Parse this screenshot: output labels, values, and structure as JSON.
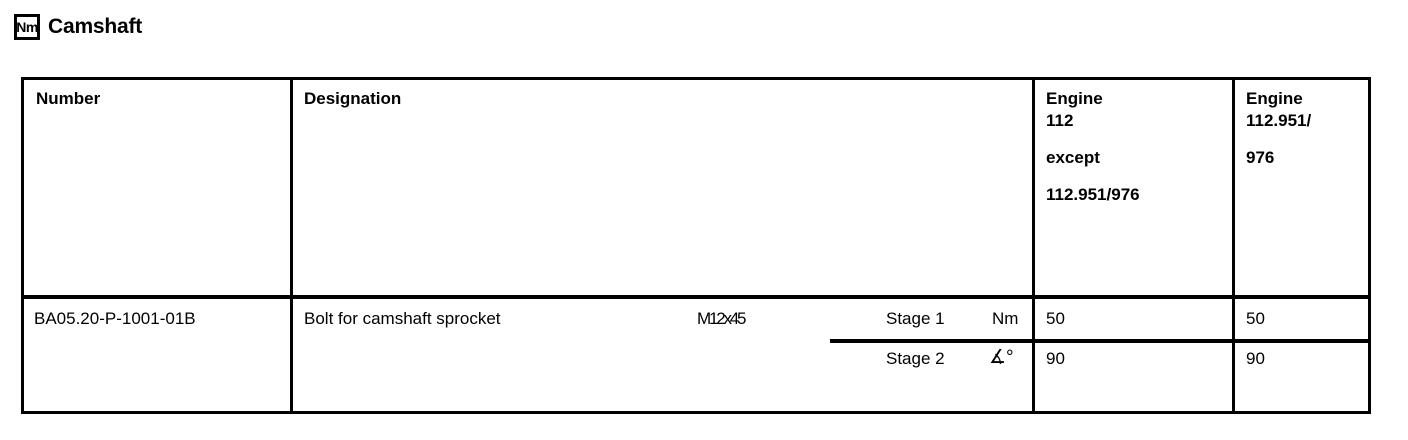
{
  "header": {
    "unit_badge": "Nm",
    "badge_icon_name": "newton-meter-icon",
    "title": "Camshaft"
  },
  "table": {
    "columns": {
      "number": "Number",
      "designation": "Designation",
      "engine1": {
        "line1": "Engine",
        "line2": "112",
        "line3": "except",
        "line4": "112.951/976"
      },
      "engine2": {
        "line1": "Engine",
        "line2": "112.951/",
        "line3": "976",
        "line4": ""
      }
    },
    "rows": [
      {
        "number": "BA05.20-P-1001-01B",
        "designation": "Bolt for camshaft sprocket",
        "size": "M12x45",
        "stage": "Stage 1",
        "unit": "Nm",
        "engine1_value": "50",
        "engine2_value": "50"
      },
      {
        "number": "",
        "designation": "",
        "size": "",
        "stage": "Stage 2",
        "unit": "∡°",
        "engine1_value": "90",
        "engine2_value": "90"
      }
    ]
  },
  "colors": {
    "background": "#ffffff",
    "text": "#000000",
    "border": "#000000"
  }
}
